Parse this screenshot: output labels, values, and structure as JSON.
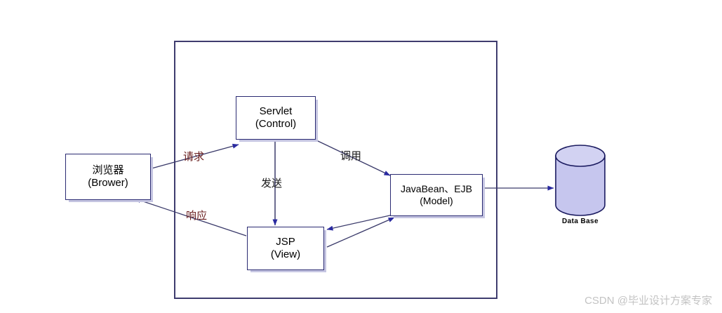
{
  "diagram": {
    "title": "JSP Model 2 / MVC architecture diagram",
    "background_color": "#ffffff",
    "container": {
      "name": "web-container",
      "border_color": "#3e3c6e",
      "label": ""
    },
    "nodes": [
      {
        "id": "browser",
        "line1": "浏览器",
        "line2": "(Brower)",
        "fill": "#ffffff",
        "border": "#2a2a72",
        "shadow": "#c6c6e2"
      },
      {
        "id": "servlet",
        "line1": "Servlet",
        "line2": "(Control)",
        "fill": "#ffffff",
        "border": "#2a2a72",
        "shadow": "#c6c6e2"
      },
      {
        "id": "jsp",
        "line1": "JSP",
        "line2": "(View)",
        "fill": "#ffffff",
        "border": "#2a2a72",
        "shadow": "#c6c6e2"
      },
      {
        "id": "model",
        "line1": "JavaBean、EJB",
        "line2": "(Model)",
        "fill": "#ffffff",
        "border": "#2a2a72",
        "shadow": "#c6c6e2"
      }
    ],
    "database": {
      "id": "database",
      "label": "Data Base",
      "fill": "#c6c6ee",
      "top_fill": "#d2d2f2",
      "border": "#1b1b60"
    },
    "edges": [
      {
        "id": "request",
        "from": "browser",
        "to": "servlet",
        "label": "请求",
        "label_color": "#6b2020"
      },
      {
        "id": "response",
        "from": "jsp",
        "to": "browser",
        "label": "响应",
        "label_color": "#6b2020"
      },
      {
        "id": "send",
        "from": "servlet",
        "to": "jsp",
        "label": "发送",
        "label_color": "#1a1a1a"
      },
      {
        "id": "invoke",
        "from": "servlet",
        "to": "model",
        "label": "调用",
        "label_color": "#1a1a1a"
      },
      {
        "id": "model-to-jsp",
        "from": "model",
        "to": "jsp",
        "label": "",
        "label_color": "#1a1a1a"
      },
      {
        "id": "jsp-to-model",
        "from": "jsp",
        "to": "model",
        "label": "",
        "label_color": "#1a1a1a"
      },
      {
        "id": "model-to-db",
        "from": "model",
        "to": "database",
        "label": "",
        "label_color": "#1a1a1a"
      }
    ],
    "arrow_color": "#2a2aa0",
    "line_color": "#3a3a6a"
  },
  "watermark": {
    "text": "CSDN @毕业设计方案专家",
    "color": "#c3c3c3"
  }
}
